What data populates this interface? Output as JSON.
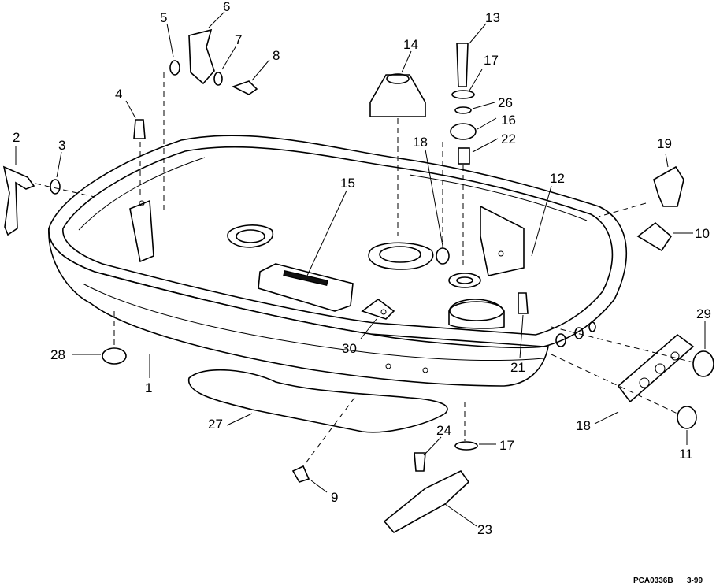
{
  "callouts": [
    {
      "label": "1"
    },
    {
      "label": "2"
    },
    {
      "label": "3"
    },
    {
      "label": "4"
    },
    {
      "label": "5"
    },
    {
      "label": "6"
    },
    {
      "label": "7"
    },
    {
      "label": "8"
    },
    {
      "label": "9"
    },
    {
      "label": "10"
    },
    {
      "label": "11"
    },
    {
      "label": "12"
    },
    {
      "label": "13"
    },
    {
      "label": "14"
    },
    {
      "label": "15"
    },
    {
      "label": "16"
    },
    {
      "label": "17"
    },
    {
      "label": "17"
    },
    {
      "label": "18"
    },
    {
      "label": "18"
    },
    {
      "label": "19"
    },
    {
      "label": "21"
    },
    {
      "label": "22"
    },
    {
      "label": "23"
    },
    {
      "label": "24"
    },
    {
      "label": "26"
    },
    {
      "label": "27"
    },
    {
      "label": "28"
    },
    {
      "label": "29"
    },
    {
      "label": "30"
    }
  ],
  "footer": {
    "code": "PCA0336B",
    "date": "3-99"
  }
}
